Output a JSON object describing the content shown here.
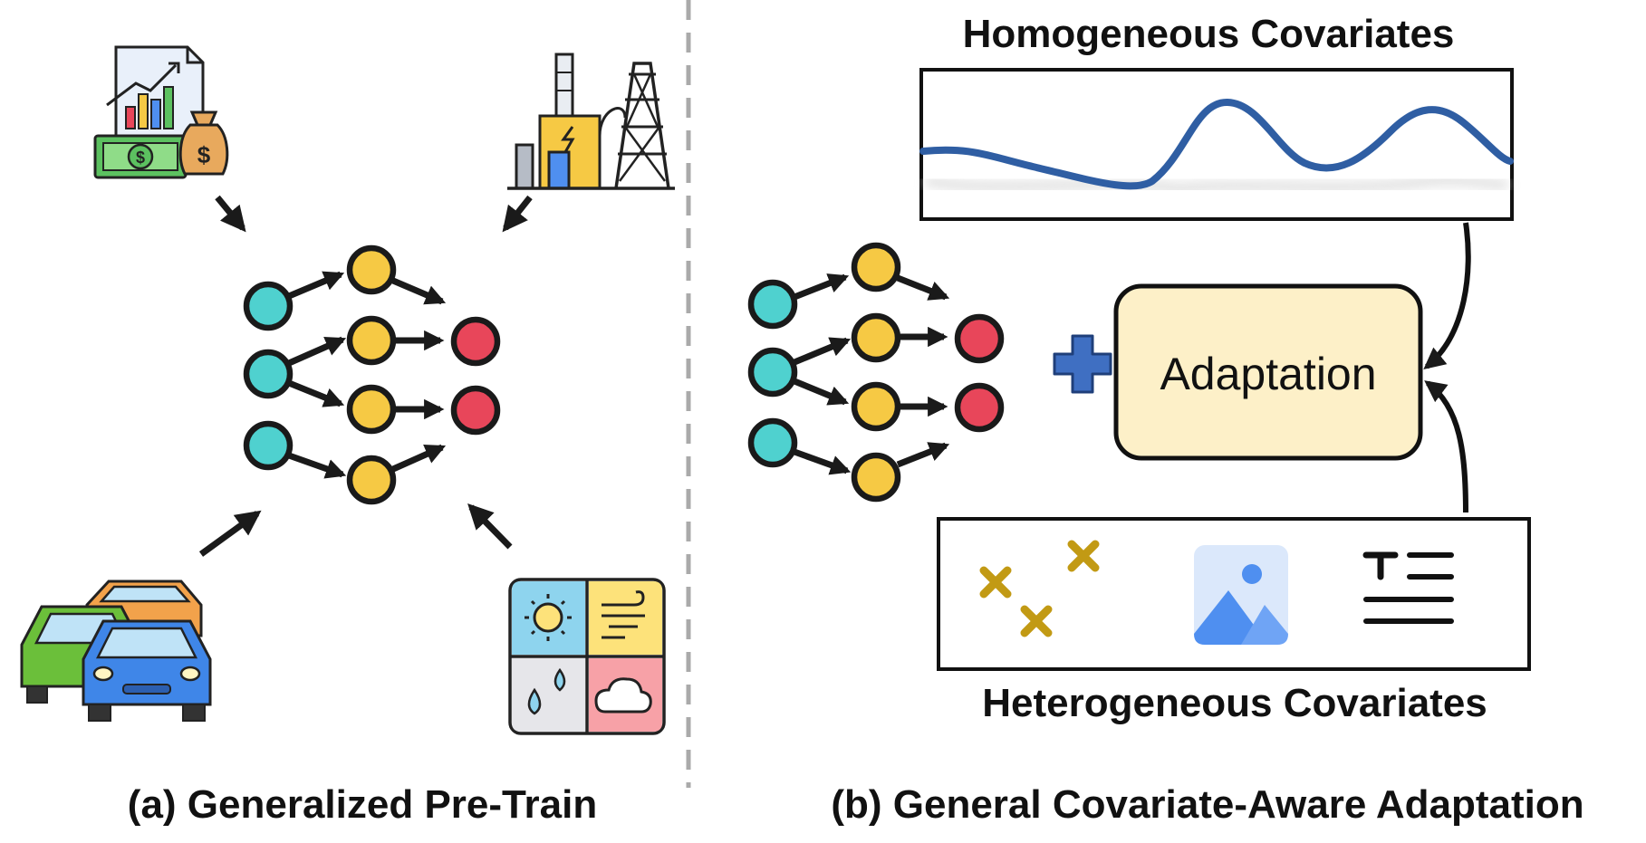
{
  "panel_a": {
    "caption": "(a) Generalized Pre-Train",
    "icons": [
      "finance-icon",
      "power-plant-icon",
      "traffic-cars-icon",
      "weather-icon"
    ]
  },
  "panel_b": {
    "caption": "(b) General Covariate-Aware Adaptation",
    "homogeneous_title": "Homogeneous Covariates",
    "heterogeneous_title": "Heterogeneous Covariates",
    "adaptation_label": "Adaptation",
    "heterogeneous_items": [
      "scatter-points-icon",
      "image-icon",
      "text-icon"
    ]
  },
  "colors": {
    "input_node": "#4fd1cf",
    "hidden_node": "#f6c944",
    "output_node": "#e8465a",
    "plus": "#3f6fc2",
    "adaptation_box": "#fdf0c8",
    "wave": "#2f5ea3",
    "scatter_marker": "#c29a14",
    "image_icon": "#4f8ff0",
    "divider": "#aaaaaa"
  }
}
